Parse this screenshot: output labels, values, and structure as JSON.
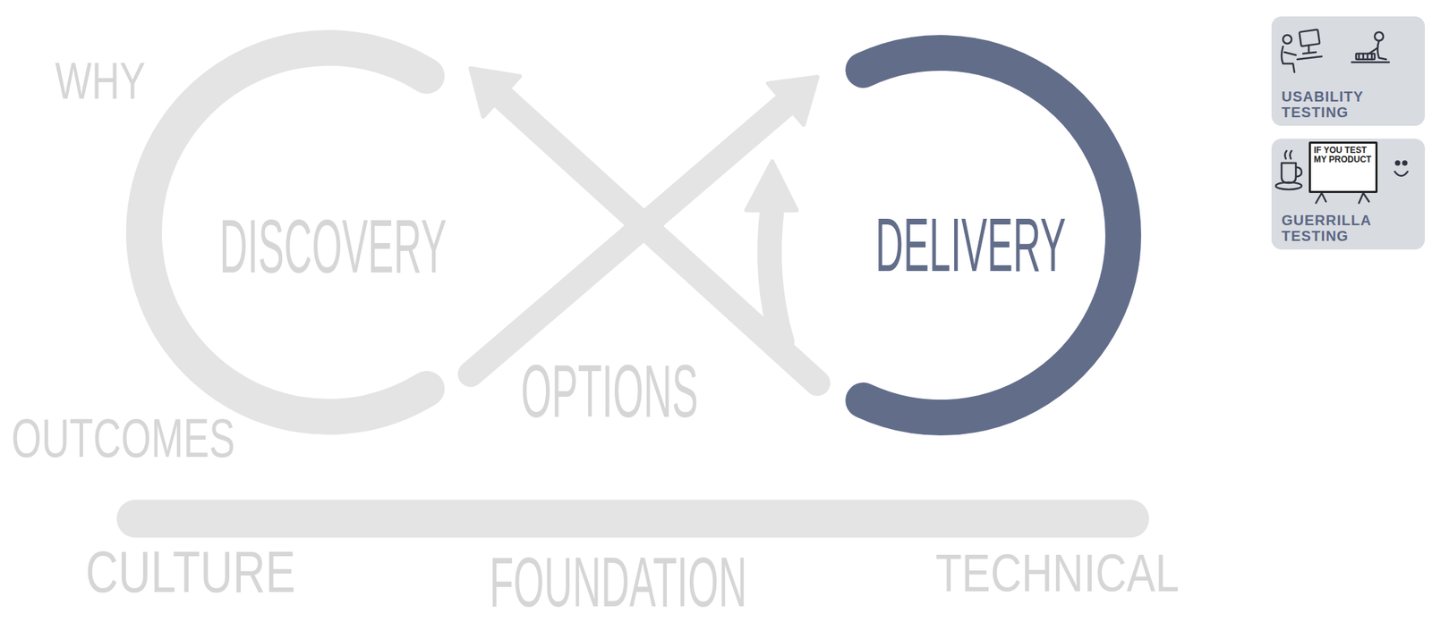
{
  "diagram": {
    "nodes": [
      {
        "text": [
          "DISCOVERY"
        ]
      },
      {
        "text": [
          "DELIVERY"
        ]
      },
      {
        "text": [
          "USABILITY TESTING"
        ]
      },
      {
        "text": [
          "GUERRILLA TESTING"
        ]
      },
      {
        "text": [
          "IF YOU TEST MY PRODUCT"
        ],
        "in": 3
      }
    ],
    "edges": [
      {
        "from": 1,
        "to": 0,
        "arrow": "to"
      },
      {
        "from": 0,
        "to": 1,
        "arrow": "to"
      }
    ],
    "labels": [
      "WHY",
      "OPTIONS",
      "OUTCOMES",
      "CULTURE",
      "FOUNDATION",
      "TECHNICAL"
    ]
  }
}
